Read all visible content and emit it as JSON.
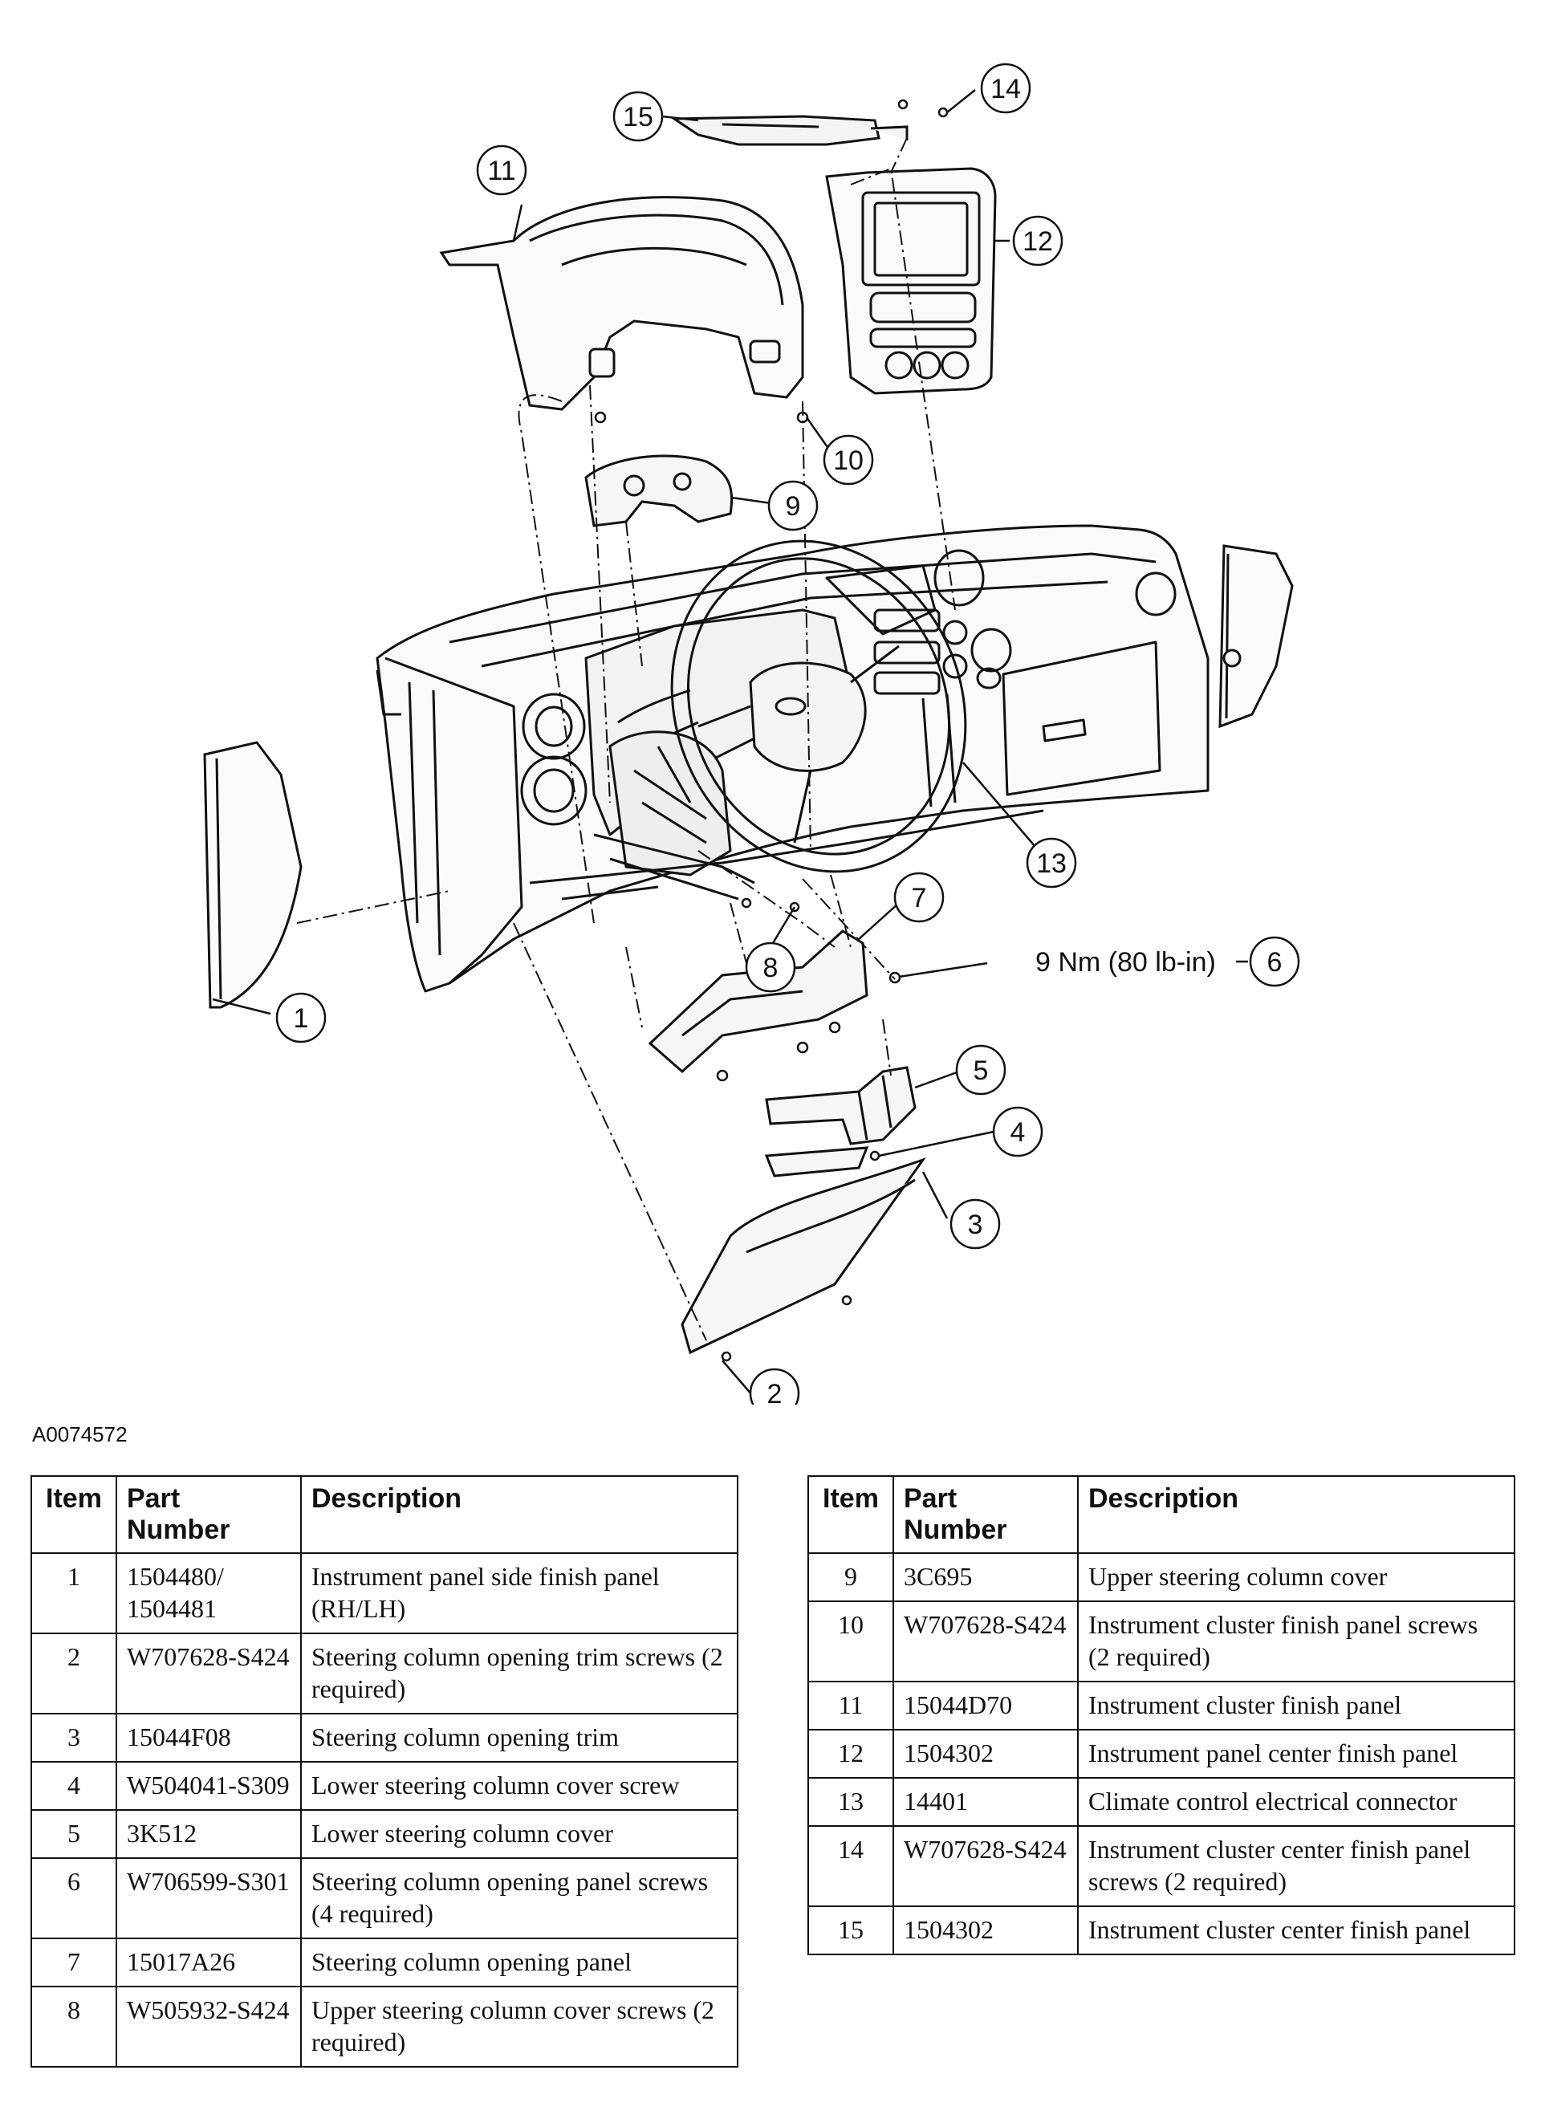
{
  "figure_id": "A0074572",
  "callouts": [
    "1",
    "2",
    "3",
    "4",
    "5",
    "6",
    "7",
    "8",
    "9",
    "10",
    "11",
    "12",
    "13",
    "14",
    "15"
  ],
  "torque_spec": "9 Nm (80 lb-in)",
  "table_headers": {
    "item": "Item",
    "part_number": "Part Number",
    "description": "Description"
  },
  "parts_left": [
    {
      "item": "1",
      "part_number": "1504480/\n1504481",
      "description": "Instrument panel side finish panel (RH/LH)"
    },
    {
      "item": "2",
      "part_number": "W707628-S424",
      "description": "Steering column opening trim screws (2 required)"
    },
    {
      "item": "3",
      "part_number": "15044F08",
      "description": "Steering column opening trim"
    },
    {
      "item": "4",
      "part_number": "W504041-S309",
      "description": "Lower steering column cover screw"
    },
    {
      "item": "5",
      "part_number": "3K512",
      "description": "Lower steering column cover"
    },
    {
      "item": "6",
      "part_number": "W706599-S301",
      "description": "Steering column opening panel screws (4 required)"
    },
    {
      "item": "7",
      "part_number": "15017A26",
      "description": "Steering column opening panel"
    },
    {
      "item": "8",
      "part_number": "W505932-S424",
      "description": "Upper steering column cover screws (2 required)"
    }
  ],
  "parts_right": [
    {
      "item": "9",
      "part_number": "3C695",
      "description": "Upper steering column cover"
    },
    {
      "item": "10",
      "part_number": "W707628-S424",
      "description": "Instrument cluster finish panel screws (2 required)"
    },
    {
      "item": "11",
      "part_number": "15044D70",
      "description": "Instrument cluster finish panel"
    },
    {
      "item": "12",
      "part_number": "1504302",
      "description": "Instrument panel center finish panel"
    },
    {
      "item": "13",
      "part_number": "14401",
      "description": "Climate control electrical connector"
    },
    {
      "item": "14",
      "part_number": "W707628-S424",
      "description": "Instrument cluster center finish panel screws (2 required)"
    },
    {
      "item": "15",
      "part_number": "1504302",
      "description": "Instrument cluster center finish panel"
    }
  ]
}
